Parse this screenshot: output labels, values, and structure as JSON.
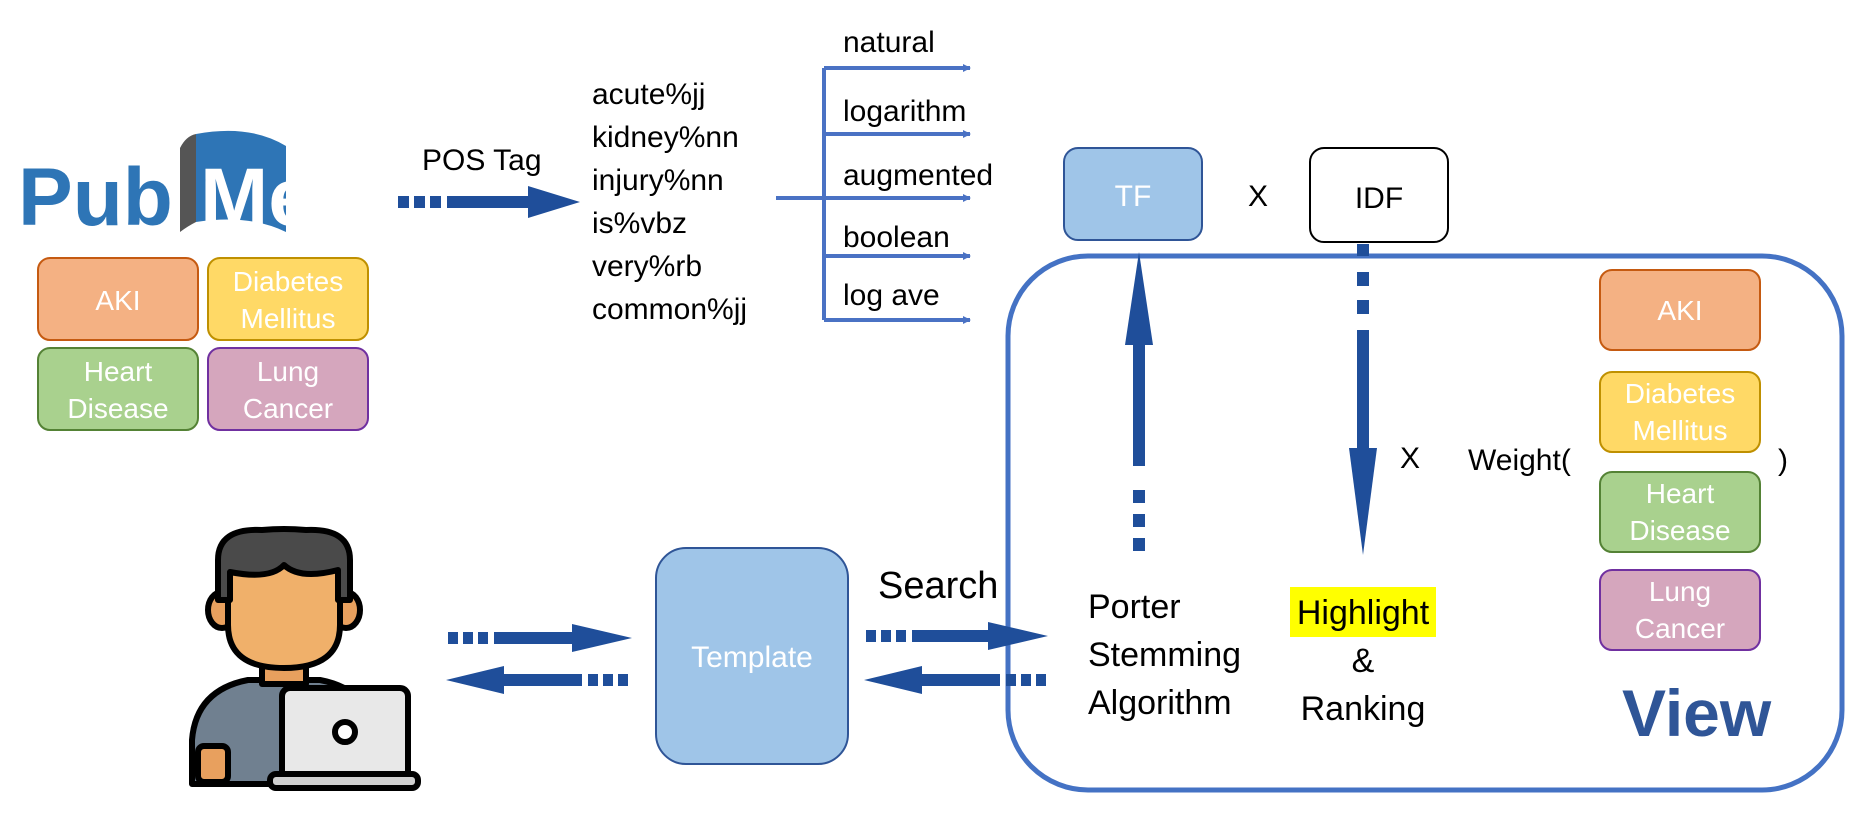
{
  "logo": {
    "text_left": "Pub",
    "text_right": "Med"
  },
  "colors": {
    "arrow": "#1f4e9a",
    "accent_blue": "#4a72c4",
    "tf_fill": "#9fc5e8",
    "template_fill": "#9fc5e8",
    "aki": "#f4b183",
    "diabetes": "#ffd966",
    "heart": "#a9d18e",
    "lung": "#d5a6bd",
    "highlight": "#ffff00",
    "view_text": "#2f5597"
  },
  "categories": {
    "aki": [
      "AKI"
    ],
    "diabetes": [
      "Diabetes",
      "Mellitus"
    ],
    "heart": [
      "Heart",
      "Disease"
    ],
    "lung": [
      "Lung",
      "Cancer"
    ]
  },
  "pos_tag_label": "POS Tag",
  "pos_tokens": [
    "acute%jj",
    "kidney%nn",
    "injury%nn",
    "is%vbz",
    "very%rb",
    "common%jj"
  ],
  "tf_variants": [
    "natural",
    "logarithm",
    "augmented",
    "boolean",
    "log ave"
  ],
  "tf_label": "TF",
  "idf_label": "IDF",
  "times_symbol": "X",
  "weight_open": "Weight(",
  "weight_close": ")",
  "template_label": "Template",
  "search_label": "Search",
  "porter_lines": [
    "Porter",
    "Stemming",
    "Algorithm"
  ],
  "highlight_word": "Highlight",
  "ampersand": "&",
  "ranking_word": "Ranking",
  "view_label": "View",
  "user_icon": "person-with-laptop-icon"
}
